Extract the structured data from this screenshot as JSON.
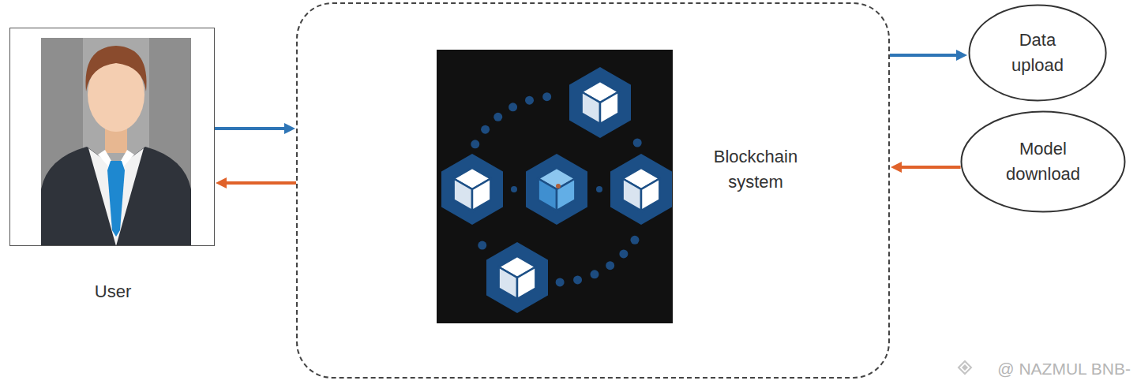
{
  "diagram": {
    "nodes": [
      {
        "text": [
          "User"
        ]
      },
      {
        "text": [
          "Blockchain system"
        ]
      },
      {
        "text": [
          "Data upload"
        ]
      },
      {
        "text": [
          "Model download"
        ]
      }
    ],
    "edges": [
      {
        "from": 0,
        "to": 1,
        "arrow": "to"
      },
      {
        "from": 1,
        "to": 0,
        "arrow": "to"
      },
      {
        "from": 1,
        "to": 2,
        "arrow": "to"
      },
      {
        "from": 3,
        "to": 1,
        "arrow": "to"
      }
    ],
    "labels": [
      "@ NAZMUL BNB-"
    ]
  }
}
